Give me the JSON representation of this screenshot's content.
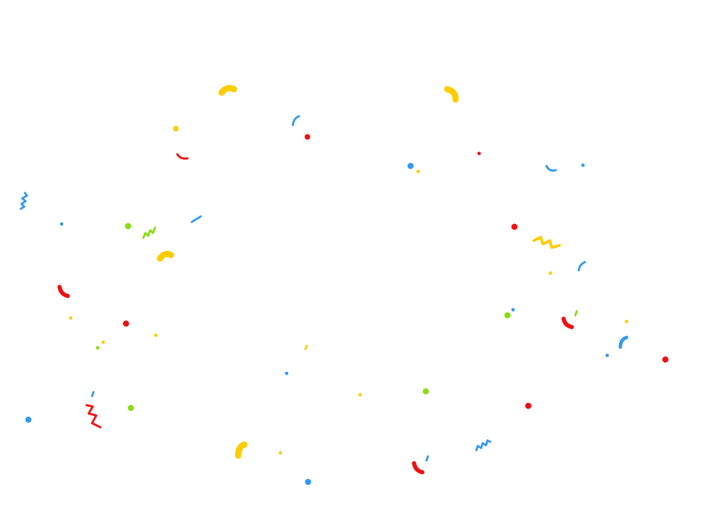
{
  "scene": {
    "description_visible_text": "",
    "colors": {
      "yellow": "#ffcc00",
      "blue": "#3399ee",
      "red": "#ee1111",
      "green": "#88dd11"
    },
    "confetti_kinds": [
      "dot",
      "arc",
      "zigzag",
      "dash",
      "thick-curl"
    ]
  }
}
